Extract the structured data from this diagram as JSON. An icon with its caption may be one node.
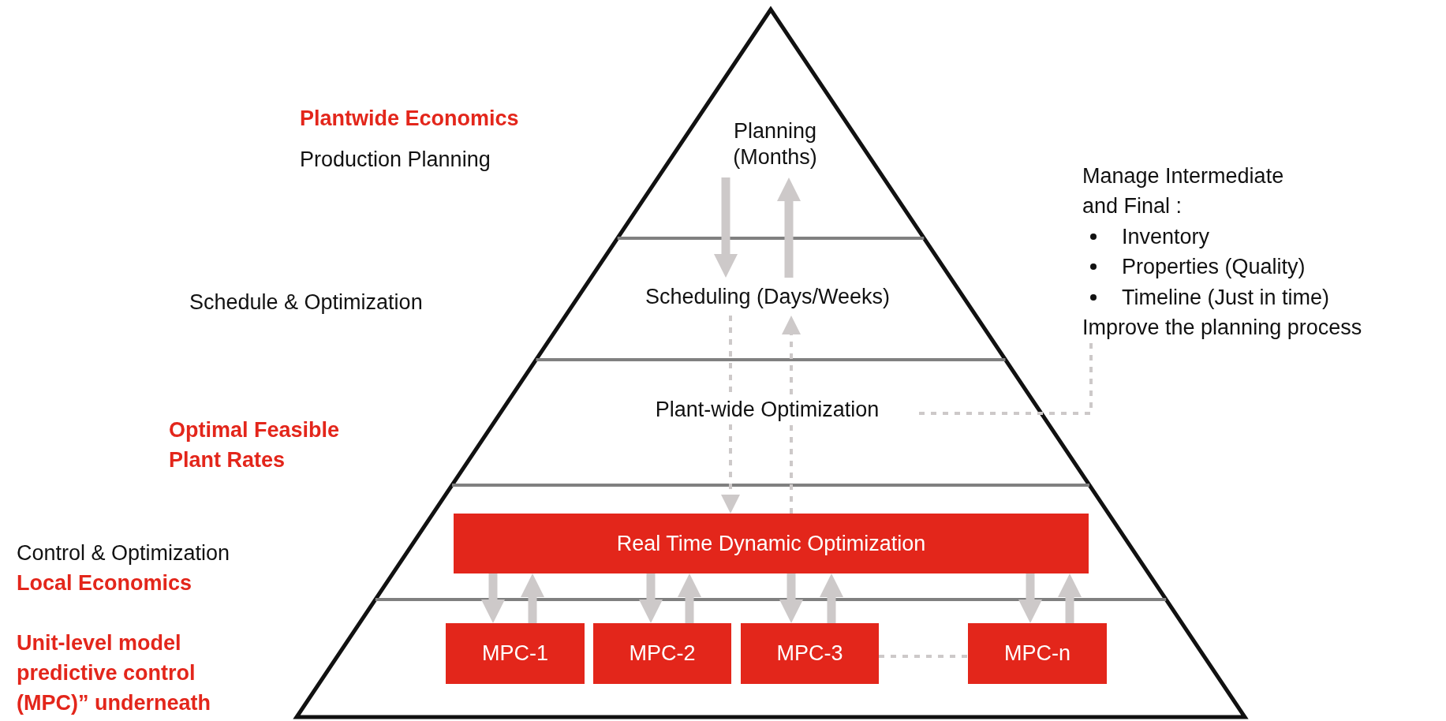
{
  "diagram": {
    "nodes": [
      {
        "text": [
          "Planning (Months)"
        ]
      },
      {
        "text": [
          "Manage Intermediate and Final :",
          "Inventory",
          "Properties (Quality)",
          "Timeline (Just in time)",
          "Improve the planning process"
        ]
      },
      {
        "text": [
          "Scheduling (Days/Weeks)"
        ]
      },
      {
        "text": [
          "Plant-wide Optimization"
        ]
      },
      {
        "text": [
          "Real Time Dynamic Optimization"
        ]
      },
      {
        "text": [
          "MPC-1"
        ]
      },
      {
        "text": [
          "MPC-2"
        ]
      },
      {
        "text": [
          "MPC-3"
        ]
      },
      {
        "text": [
          "MPC-n"
        ]
      }
    ],
    "edges": [
      {
        "from": 0,
        "to": 2,
        "arrow": "to"
      },
      {
        "from": 2,
        "to": 0,
        "arrow": "to"
      },
      {
        "from": 2,
        "to": 3,
        "arrow": "none",
        "style": "dashed"
      },
      {
        "from": 3,
        "to": 4,
        "arrow": "to",
        "style": "dashed"
      },
      {
        "from": 4,
        "to": 3,
        "arrow": "none",
        "style": "dashed"
      },
      {
        "from": 3,
        "to": 2,
        "arrow": "to",
        "style": "dashed"
      },
      {
        "from": 3,
        "to": 1,
        "arrow": "none",
        "style": "dashed"
      },
      {
        "from": 4,
        "to": 5,
        "arrow": "to"
      },
      {
        "from": 5,
        "to": 4,
        "arrow": "to"
      },
      {
        "from": 4,
        "to": 6,
        "arrow": "to"
      },
      {
        "from": 6,
        "to": 4,
        "arrow": "to"
      },
      {
        "from": 4,
        "to": 7,
        "arrow": "to"
      },
      {
        "from": 7,
        "to": 4,
        "arrow": "to"
      },
      {
        "from": 4,
        "to": 8,
        "arrow": "to"
      },
      {
        "from": 8,
        "to": 4,
        "arrow": "to"
      },
      {
        "from": 7,
        "to": 8,
        "arrow": "none",
        "style": "dashed"
      }
    ],
    "labels": [
      "Plantwide Economics",
      "Production Planning",
      "Schedule & Optimization",
      "Optimal Feasible Plant Rates",
      "Control & Optimization",
      "Local Economics",
      "Unit-level model predictive control (MPC)” underneath"
    ]
  }
}
